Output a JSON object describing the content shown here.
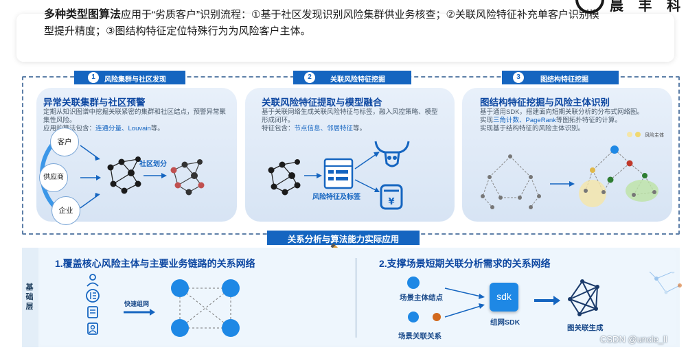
{
  "header": {
    "logo_text": "晨 丰 科 技",
    "intro_bold": "多种类型图算法",
    "intro_rest": "应用于“劣质客户”识别流程：①基于社区发现识别风险集群供业务核查；②关联风险特征补充单客户识别模型提升精度；③图结构特征定位特殊行为为风险客户主体。"
  },
  "steps": [
    {
      "num": "1",
      "label": "风险集群与社区发现"
    },
    {
      "num": "2",
      "label": "关联风险特征挖掘"
    },
    {
      "num": "3",
      "label": "图结构特征挖掘"
    }
  ],
  "cards": [
    {
      "title": "异常关联集群与社区预警",
      "desc1": "定期从知识图谱中挖掘关联紧密的集群和社区结点，预警异常聚集性风险。",
      "algo_prefix": "应用的算法包含：",
      "algo_hl": "连通分量、Louvain",
      "algo_suffix": "等。",
      "nodes": [
        "客户",
        "供应商",
        "企业"
      ],
      "arrow_label": "社区划分"
    },
    {
      "title": "关联风险特征提取与模型融合",
      "desc1": "基于关联网络生成关联风险特征与标签，融入风控策略、模型形成闭环。",
      "feat_prefix": "特征包含：",
      "feat_hl": "节点信息、邻居特征",
      "feat_suffix": "等。",
      "box_label": "风险特征及标签"
    },
    {
      "title": "图结构特征挖掘与风险主体识别",
      "desc1": "基于通用SDK，搭建面向短期关联分析的分布式网络图。",
      "desc2_prefix": "实现",
      "desc2_hl": "三角计数、PageRank",
      "desc2_suffix": "等图拓扑特征的计算。",
      "desc3": "实现基于结构特征的风险主体识别。",
      "legend_label": "风险主体"
    }
  ],
  "banner": "关系分析与算法能力实际应用",
  "base": {
    "side_label": "基础层",
    "left_title": "1.覆盖核心风险主体与主要业务链路的关系网络",
    "fast_label": "快速组网",
    "side_icons": [
      "person-icon",
      "supplier-icon",
      "invoice-icon",
      "badge-icon"
    ],
    "right_title": "2.支撑场景短期关联分析需求的关系网络",
    "entity_label": "场景主体结点",
    "relation_label": "场景关联关系",
    "sdk_text": "sdk",
    "sdk_label": "组网SDK",
    "graph_label": "图关联生成"
  },
  "watermark": "CSDN @uncle_ll",
  "colors": {
    "primary": "#1565c0",
    "node": "#1e88e5",
    "accent_orange": "#d2691e"
  }
}
